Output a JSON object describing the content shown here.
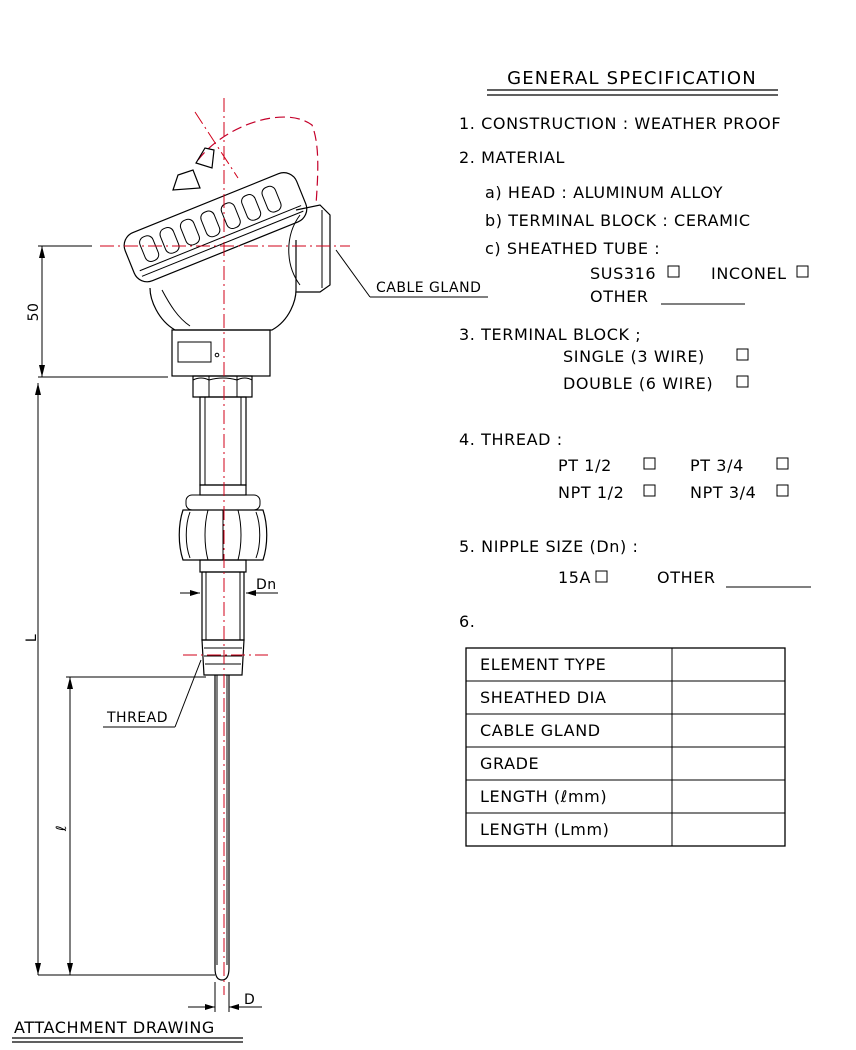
{
  "drawing": {
    "title": "ATTACHMENT DRAWING",
    "labels": {
      "cable_gland": "CABLE GLAND",
      "thread": "THREAD",
      "dim_50": "50",
      "dim_L": "L",
      "dim_l": "ℓ",
      "dim_Dn": "Dn",
      "dim_D": "D"
    }
  },
  "spec": {
    "title": "GENERAL SPECIFICATION",
    "construction": "1.  CONSTRUCTION  :  WEATHER  PROOF",
    "material": "2.  MATERIAL",
    "material_head": "a)  HEAD  :  ALUMINUM  ALLOY",
    "material_terminal": "b)  TERMINAL  BLOCK  :  CERAMIC",
    "material_sheath": "c)  SHEATHED  TUBE  :",
    "sus316": "SUS316",
    "inconel": "INCONEL",
    "other": "OTHER",
    "terminal_block": "3.  TERMINAL  BLOCK  ;",
    "single": "SINGLE    (3  WIRE)",
    "double": "DOUBLE   (6  WIRE)",
    "thread": "4.  THREAD  :",
    "pt12": "PT  1/2",
    "pt34": "PT  3/4",
    "npt12": "NPT  1/2",
    "npt34": "NPT  3/4",
    "nipple": "5.  NIPPLE  SIZE  (Dn)  :",
    "size15a": "15A",
    "nipple_other": "OTHER",
    "item6": "6.",
    "table_rows": [
      {
        "label": "ELEMENT  TYPE",
        "value": ""
      },
      {
        "label": "SHEATHED  DIA",
        "value": ""
      },
      {
        "label": "CABLE  GLAND",
        "value": ""
      },
      {
        "label": "GRADE",
        "value": ""
      },
      {
        "label": "LENGTH    (ℓmm)",
        "value": ""
      },
      {
        "label": "LENGTH    (Lmm)",
        "value": ""
      }
    ]
  }
}
